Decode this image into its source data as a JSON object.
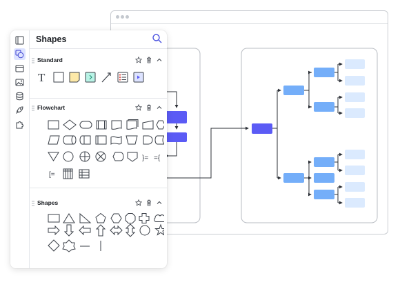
{
  "panel": {
    "title": "Shapes",
    "search_icon": "search-icon",
    "rail": [
      "page-icon",
      "shapes-icon",
      "frame-icon",
      "image-icon",
      "data-icon",
      "rocket-icon",
      "puzzle-icon"
    ],
    "sections": [
      {
        "title": "Standard",
        "controls": [
          "star-icon",
          "trash-icon",
          "chevron-up-icon"
        ],
        "text_glyph": "T",
        "shapes": [
          "text",
          "square",
          "sticky-note",
          "note-card",
          "line",
          "list",
          "video-frame"
        ]
      },
      {
        "title": "Flowchart",
        "controls": [
          "star-icon",
          "trash-icon",
          "chevron-up-icon"
        ],
        "brace1": "}=",
        "brace2": "={",
        "bracket": "[=",
        "shapes": [
          "process",
          "decision",
          "terminator",
          "predefined-process",
          "document",
          "multi-document",
          "manual-input",
          "preparation",
          "data",
          "database",
          "direct-data",
          "internal-storage",
          "paper-tape",
          "manual-operation",
          "delay",
          "stored-data",
          "merge",
          "connector",
          "or",
          "summing-junction",
          "display",
          "off-page-link",
          "annotation-right",
          "annotation-left",
          "annotation",
          "internal-storage-grid",
          "table"
        ]
      },
      {
        "title": "Shapes",
        "controls": [
          "star-icon",
          "trash-icon",
          "chevron-up-icon"
        ],
        "shapes": [
          "rectangle",
          "triangle",
          "right-triangle",
          "pentagon",
          "hexagon",
          "octagon",
          "cross",
          "cloud",
          "arrow-right",
          "arrow-down",
          "arrow-left",
          "arrow-up",
          "arrow-left-right",
          "arrow-up-down",
          "circle",
          "star",
          "diamond",
          "polygon-star",
          "horizontal-line",
          "vertical-line"
        ]
      }
    ]
  },
  "colors": {
    "accent": "#5b5bf5",
    "node_blue": "#74aef9",
    "node_light": "#dbeafe",
    "selected": "#dde3ff"
  }
}
